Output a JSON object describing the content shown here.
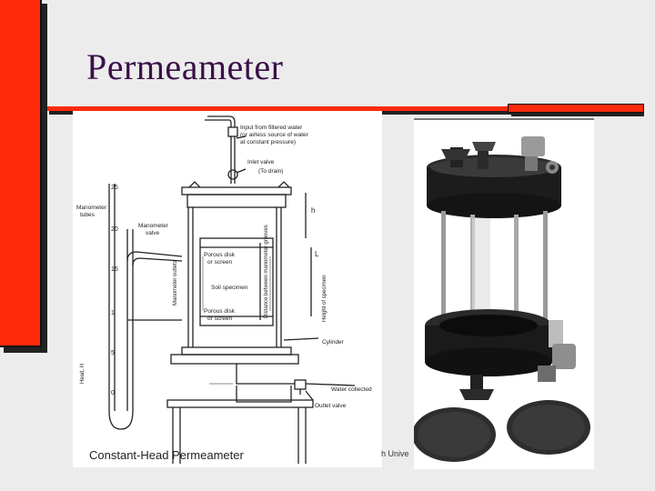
{
  "slide": {
    "title": "Permeameter",
    "watermark": "h Unive"
  },
  "diagram": {
    "caption": "Constant-Head Permeameter",
    "labels": {
      "input": "Input from filtered water",
      "input2": "(or airless source of water",
      "input3": "at constant pressure)",
      "inlet_valve": "Inlet valve",
      "to_drain": "(To drain)",
      "manometer_tubes": "Manometer",
      "manometer_tubes2": "tubes",
      "manometer_valve": "Manometer",
      "manometer_valve2": "valve",
      "porous_disk": "Porous disk",
      "porous_disk2": "or screen",
      "soil_specimen": "Soil specimen",
      "porous_disk_b": "Porous disk",
      "porous_disk_b2": "or screen",
      "cylinder": "Cylinder",
      "water_collected": "Water collected",
      "outlet_valve": "Outlet valve",
      "head": "Head, H",
      "height_specimen": "Height of specimen",
      "manometer_outlets": "Manometer outlets",
      "distance_between": "Distance between manometer grooves",
      "h_label": "h",
      "l_label": "L",
      "scale": [
        "25",
        "20",
        "15",
        "1",
        "5",
        "0"
      ]
    }
  },
  "photo": {
    "alt": "Permeameter apparatus photo"
  }
}
